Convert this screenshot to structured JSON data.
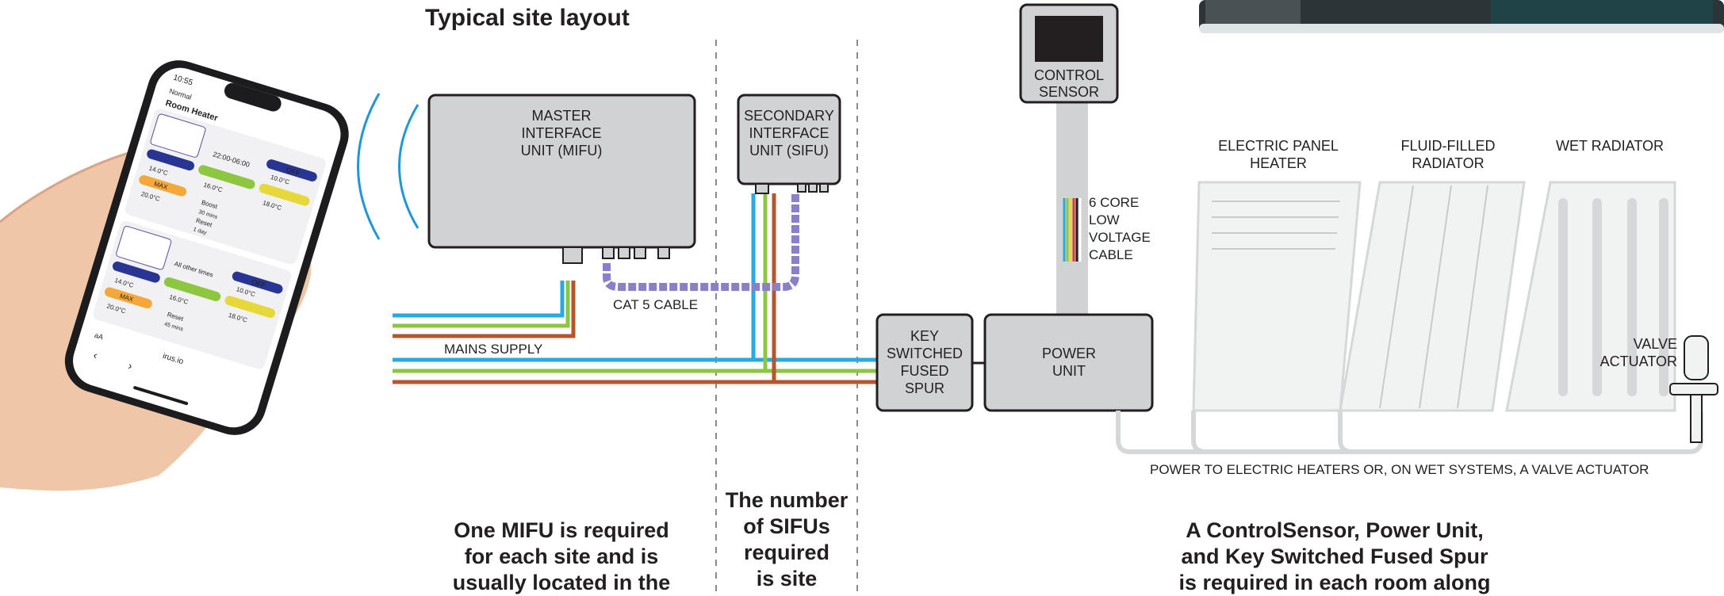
{
  "title": "Typical site layout",
  "units": {
    "mifu": [
      "MASTER",
      "INTERFACE",
      "UNIT (MIFU)"
    ],
    "sifu": [
      "SECONDARY",
      "INTERFACE",
      "UNIT (SIFU)"
    ],
    "control_sensor": [
      "CONTROL",
      "SENSOR"
    ],
    "key_switched_spur": [
      "KEY",
      "SWITCHED",
      "FUSED",
      "SPUR"
    ],
    "power_unit": [
      "POWER",
      "UNIT"
    ]
  },
  "cables": {
    "cat5": "CAT 5 CABLE",
    "mains": "MAINS SUPPLY",
    "six_core": [
      "6 CORE",
      "LOW",
      "VOLTAGE",
      "CABLE"
    ]
  },
  "heaters": {
    "electric_panel": [
      "ELECTRIC PANEL",
      "HEATER"
    ],
    "fluid_filled": [
      "FLUID-FILLED",
      "RADIATOR"
    ],
    "wet_radiator": [
      "WET RADIATOR"
    ],
    "valve_actuator": [
      "VALVE",
      "ACTUATOR"
    ]
  },
  "power_note": "POWER TO ELECTRIC HEATERS OR, ON WET SYSTEMS, A VALVE ACTUATOR",
  "captions": {
    "mifu": [
      "One MIFU is required",
      "for each site and is",
      "usually located in the"
    ],
    "sifu": [
      "The number",
      "of SIFUs",
      "required",
      "is site"
    ],
    "room": [
      "A ControlSensor, Power Unit,",
      "and Key Switched Fused Spur",
      "is required in each room along"
    ]
  },
  "phone": {
    "time": "10:55",
    "back_label": "Normal",
    "screen_title": "Room Heater",
    "url": "irus.io",
    "aA": "aA",
    "row1": {
      "time": "22:00-06:00",
      "off": "OFF",
      "t1": "14.0°C",
      "t2": "16.0°C",
      "t3": "10.0°C",
      "t4": "18.0°C",
      "max": "MAX",
      "max_t": "20.0°C",
      "boost": "Boost",
      "boost_v": "30 mins",
      "reset": "Reset",
      "reset_v": "1 day"
    },
    "row2": {
      "time": "All other times",
      "off": "OFF",
      "t1": "14.0°C",
      "t2": "16.0°C",
      "t3": "10.0°C",
      "t4": "18.0°C",
      "max": "MAX",
      "max_t": "20.0°C",
      "boost": "Reset",
      "boost_v": "45 mins"
    }
  },
  "colors": {
    "blue": "#29a9e1",
    "green": "#8dc63f",
    "brown": "#b5562c",
    "cat5": "#8b7fc7",
    "unit_fill": "#d1d2d4",
    "radio_wave": "#2196d6"
  }
}
